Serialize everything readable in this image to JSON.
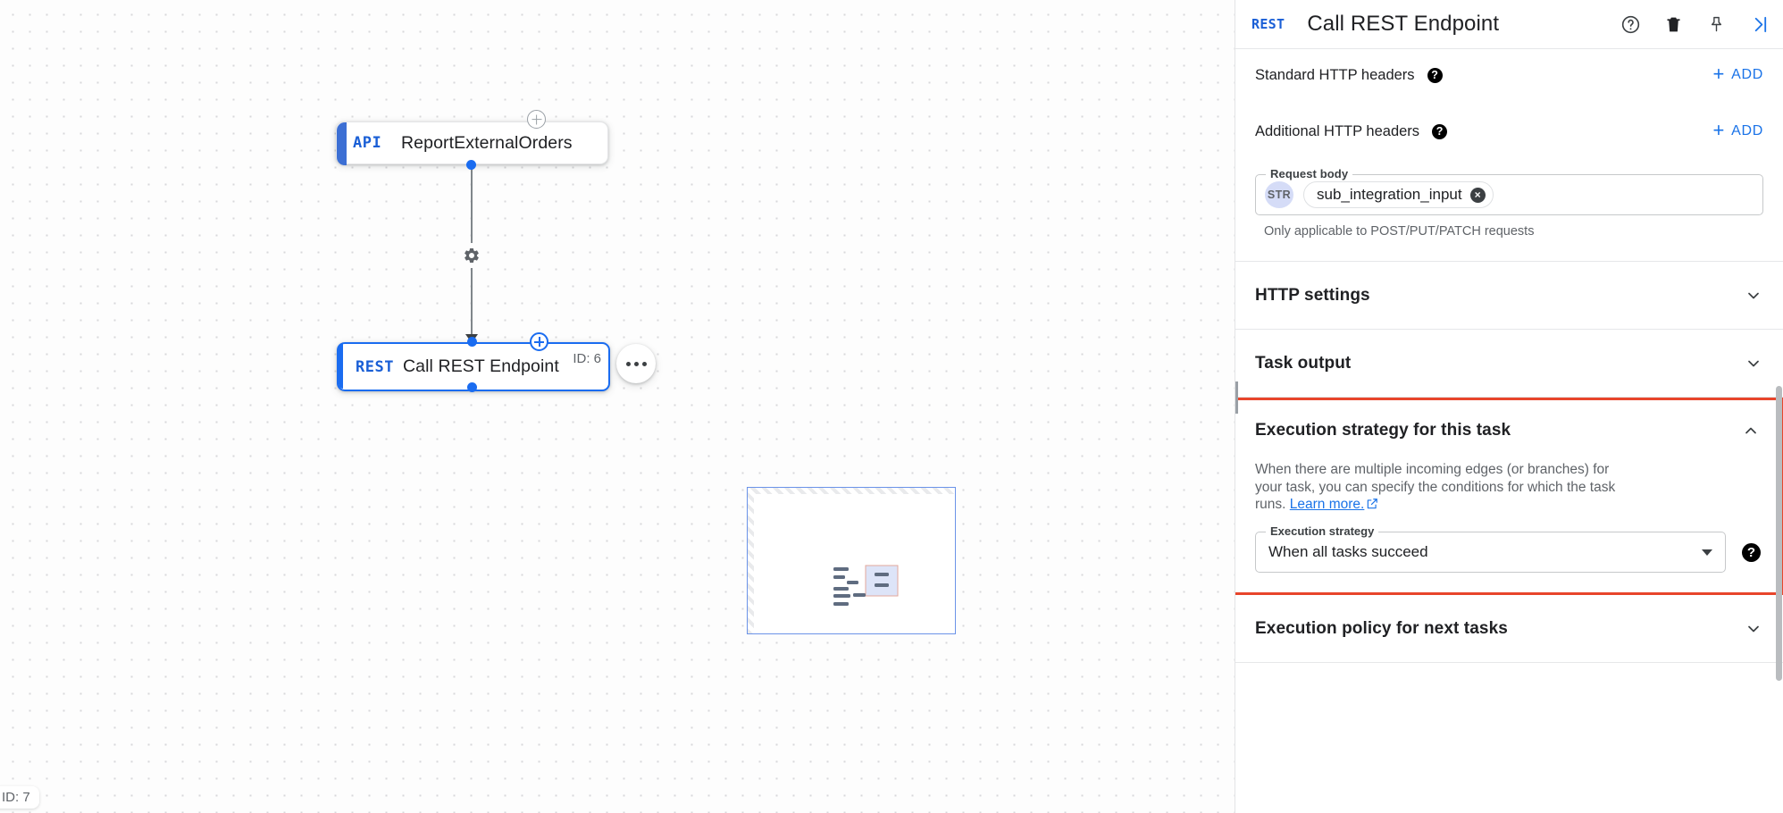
{
  "canvas": {
    "nodes": [
      {
        "badge": "API",
        "title": "ReportExternalOrders",
        "id_label": ""
      },
      {
        "badge": "REST",
        "title": "Call REST Endpoint",
        "id_label": "ID: 6"
      }
    ],
    "bottom_id_label": "ID: 7",
    "icons": {
      "gear": "gear-icon",
      "more": "more-options-icon",
      "add_node": "add-node-plus-icon",
      "preview": "data-mapping-icon"
    },
    "colors": {
      "node_accent": "#3c6fd4",
      "selected": "#1a6cf0"
    }
  },
  "panel": {
    "header": {
      "badge": "REST",
      "title": "Call REST Endpoint",
      "actions": [
        "help-icon",
        "delete-icon",
        "pin-icon",
        "collapse-panel-icon"
      ]
    },
    "standard_headers": {
      "label": "Standard HTTP headers",
      "add_label": "ADD",
      "plus": "+"
    },
    "additional_headers": {
      "label": "Additional HTTP headers",
      "add_label": "ADD",
      "plus": "+"
    },
    "request_body": {
      "legend": "Request body",
      "type_chip": "STR",
      "token": "sub_integration_input",
      "hint": "Only applicable to POST/PUT/PATCH requests"
    },
    "sections": [
      {
        "title": "HTTP settings",
        "expanded": false
      },
      {
        "title": "Task output",
        "expanded": false
      },
      {
        "title": "Execution policy for next tasks",
        "expanded": false
      }
    ],
    "execution_strategy": {
      "title": "Execution strategy for this task",
      "expanded": true,
      "description_line1": "When there are multiple incoming edges (or branches) for your task,",
      "description_line2": "you can specify the conditions for which the task runs.",
      "learn_more": "Learn more.",
      "field_legend": "Execution strategy",
      "value": "When all tasks succeed",
      "highlight_color": "#e8452b"
    }
  }
}
